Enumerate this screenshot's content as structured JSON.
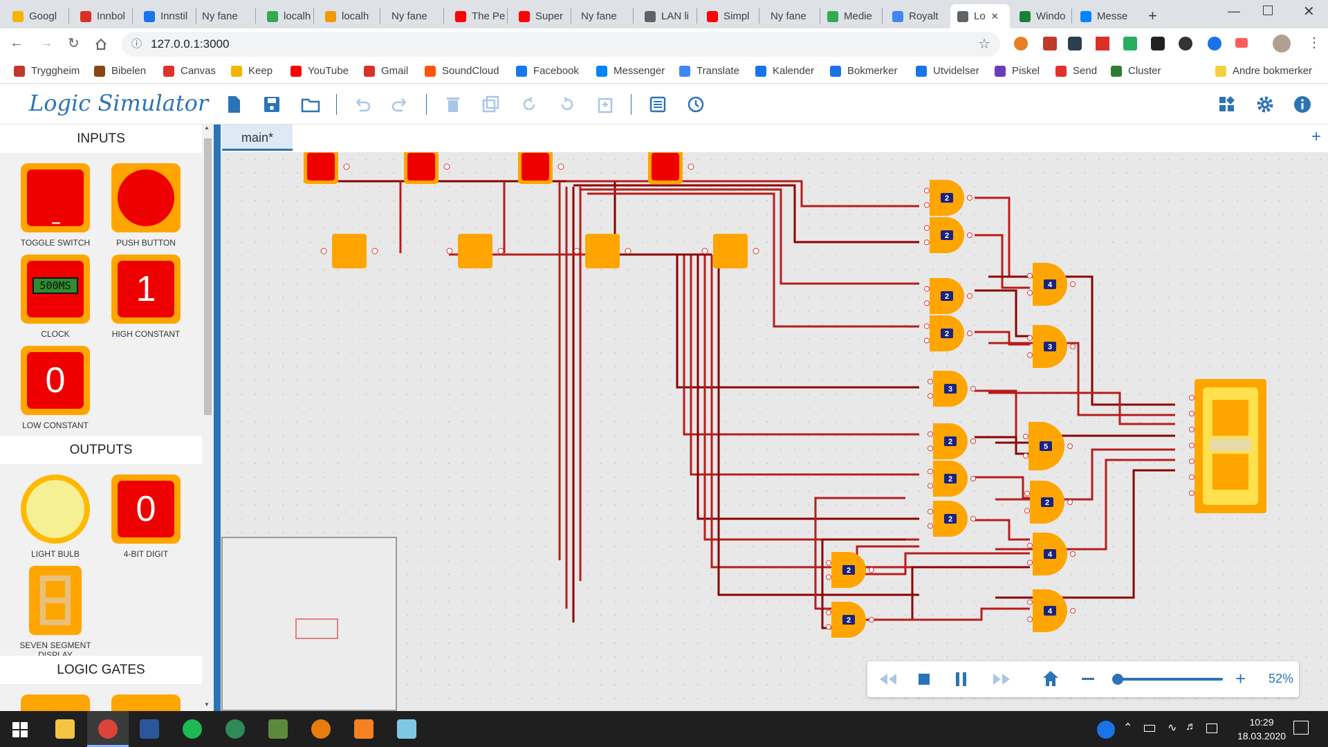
{
  "browser": {
    "tabs": [
      {
        "title": "Googl",
        "color": "#f4b400"
      },
      {
        "title": "Innbol",
        "color": "#d93025"
      },
      {
        "title": "Innstil",
        "color": "#1a73e8"
      },
      {
        "title": "Ny fane",
        "color": ""
      },
      {
        "title": "localh",
        "color": "#34a853"
      },
      {
        "title": "localh",
        "color": "#f29900"
      },
      {
        "title": "Ny fane",
        "color": ""
      },
      {
        "title": "The Pe",
        "color": "#ff0000"
      },
      {
        "title": "Super",
        "color": "#ff0000"
      },
      {
        "title": "Ny fane",
        "color": ""
      },
      {
        "title": "LAN li",
        "color": "#5f6368"
      },
      {
        "title": "Simpl",
        "color": "#ff0000"
      },
      {
        "title": "Ny fane",
        "color": ""
      },
      {
        "title": "Medie",
        "color": "#34a853"
      },
      {
        "title": "Royalt",
        "color": "#4285f4"
      },
      {
        "title": "Lo",
        "color": "#5f6368",
        "active": true
      },
      {
        "title": "Windo",
        "color": "#188038"
      },
      {
        "title": "Messe",
        "color": "#0084ff"
      }
    ],
    "url": "127.0.0.1:3000",
    "bookmarks": [
      {
        "label": "Tryggheim",
        "color": "#c0392b"
      },
      {
        "label": "Bibelen",
        "color": "#8b4513"
      },
      {
        "label": "Canvas",
        "color": "#e0312b"
      },
      {
        "label": "Keep",
        "color": "#f4b400"
      },
      {
        "label": "YouTube",
        "color": "#ff0000"
      },
      {
        "label": "Gmail",
        "color": "#d93025"
      },
      {
        "label": "SoundCloud",
        "color": "#ff5500"
      },
      {
        "label": "Facebook",
        "color": "#1877f2"
      },
      {
        "label": "Messenger",
        "color": "#0084ff"
      },
      {
        "label": "Translate",
        "color": "#4285f4"
      },
      {
        "label": "Kalender",
        "color": "#1a73e8"
      },
      {
        "label": "Bokmerker",
        "color": "#1a73e8"
      },
      {
        "label": "Utvidelser",
        "color": "#1a73e8"
      },
      {
        "label": "Piskel",
        "color": "#6a3db8"
      },
      {
        "label": "Send",
        "color": "#e0312b"
      },
      {
        "label": "Cluster",
        "color": "#2e7d32"
      }
    ],
    "other_bookmarks": "Andre bokmerker"
  },
  "app": {
    "title": "Logic Simulator",
    "accent": "#2b73b6",
    "sidebar": {
      "inputs_header": "INPUTS",
      "outputs_header": "OUTPUTS",
      "gates_header": "LOGIC GATES",
      "inputs": {
        "toggle": "TOGGLE SWITCH",
        "push": "PUSH BUTTON",
        "clock": "CLOCK",
        "clock_display": "500MS",
        "high": "HIGH CONSTANT",
        "high_value": "1",
        "low": "LOW CONSTANT",
        "low_value": "0"
      },
      "outputs": {
        "bulb": "LIGHT BULB",
        "digit": "4-BIT DIGIT",
        "digit_value": "0",
        "seg": "SEVEN SEGMENT DISPLAY"
      }
    },
    "circuit_tab": "main*",
    "add_tab": "+",
    "gate_input_counts": [
      "2",
      "2",
      "2",
      "2",
      "3",
      "2",
      "2",
      "2",
      "2",
      "2",
      "4",
      "3",
      "5",
      "2",
      "4",
      "4"
    ],
    "zoom": "52%"
  },
  "taskbar": {
    "time": "10:29",
    "date": "18.03.2020"
  }
}
